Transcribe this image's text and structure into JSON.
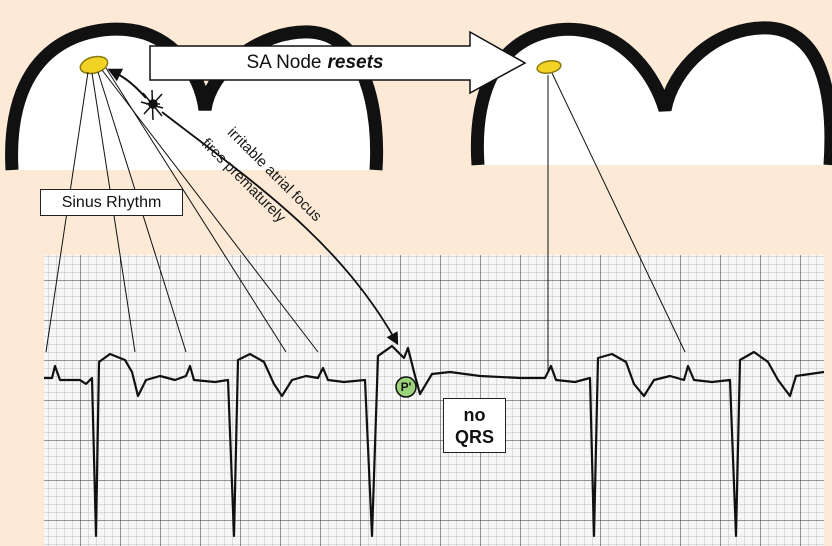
{
  "labels": {
    "sa_node": "SA Node",
    "resets": "resets",
    "sinus_rhythm": "Sinus Rhythm",
    "irritable_line1": "irritable atrial focus",
    "irritable_line2": "fires prematurely",
    "p_prime": "P'",
    "no": "no",
    "qrs": "QRS"
  },
  "colors": {
    "background_top": "#fce9d6",
    "grid_paper": "#f4f4f4",
    "sa_node": "#f2d325",
    "p_prime_circle": "#9bd27a"
  }
}
